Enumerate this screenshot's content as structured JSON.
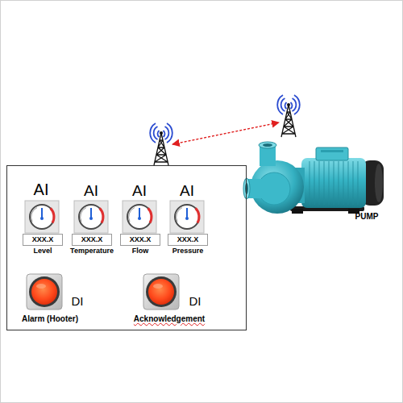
{
  "diagram": {
    "nodes": [
      {
        "text": []
      },
      {
        "text": [
          "XXX.X",
          "Level"
        ],
        "in": 0
      },
      {
        "text": [
          "XXX.X",
          "Temperature"
        ],
        "in": 0
      },
      {
        "text": [
          "XXX.X",
          "Flow"
        ],
        "in": 0
      },
      {
        "text": [
          "XXX.X",
          "Pressure"
        ],
        "in": 0
      }
    ],
    "labels": [
      "AI",
      "AI",
      "AI",
      "AI",
      "DI",
      "DI",
      "Alarm (Hooter)",
      "Acknowledgement",
      "PUMP"
    ]
  }
}
